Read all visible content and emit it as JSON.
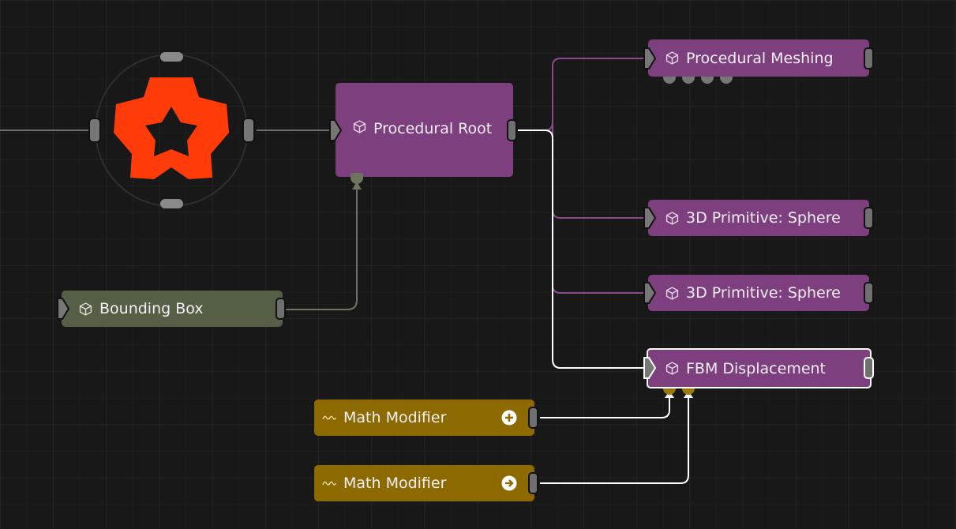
{
  "nodes": {
    "procedural_root": {
      "label": "Procedural Root"
    },
    "procedural_meshing": {
      "label": "Procedural Meshing"
    },
    "sphere_1": {
      "label": "3D Primitive: Sphere"
    },
    "sphere_2": {
      "label": "3D Primitive: Sphere"
    },
    "fbm_displacement": {
      "label": "FBM Displacement"
    },
    "bounding_box": {
      "label": "Bounding Box"
    },
    "math_modifier_1": {
      "label": "Math Modifier",
      "action_icon": "plus-circle-icon"
    },
    "math_modifier_2": {
      "label": "Math Modifier",
      "action_icon": "arrow-right-circle-icon"
    }
  },
  "colors": {
    "background": "#181818",
    "grid": "#2a2a2a",
    "node_purple": "#7e3f7f",
    "node_olive": "#555f46",
    "node_gold": "#8c6a00",
    "brand_logo": "#ff3b0a",
    "wire_white": "#ffffff",
    "wire_purple": "#8c4a8c",
    "wire_olive": "#6d7560"
  },
  "icons": {
    "node_type": "cube-icon",
    "modifier_type": "wave-icon",
    "brand": "star-gear-logo-icon"
  }
}
